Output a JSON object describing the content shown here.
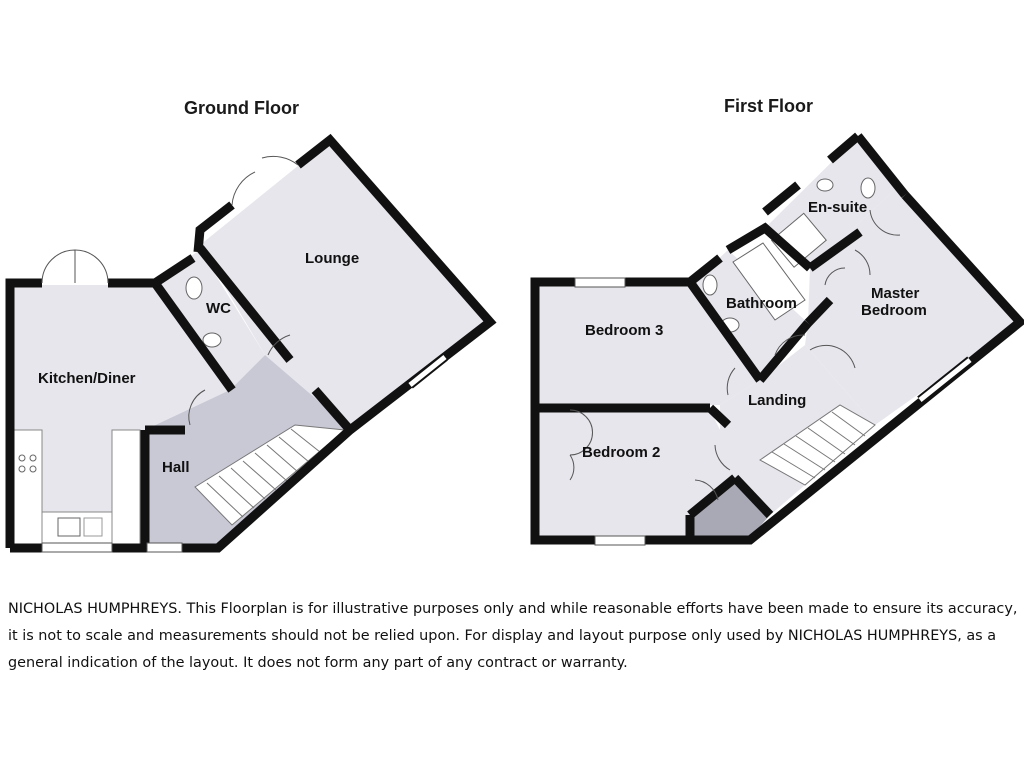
{
  "floors": {
    "ground": {
      "title": "Ground Floor",
      "rooms": {
        "kitchen_diner": "Kitchen/Diner",
        "wc": "WC",
        "lounge": "Lounge",
        "hall": "Hall"
      }
    },
    "first": {
      "title": "First Floor",
      "rooms": {
        "en_suite": "En-suite",
        "bathroom": "Bathroom",
        "master_bedroom_line1": "Master",
        "master_bedroom_line2": "Bedroom",
        "bedroom_3": "Bedroom 3",
        "landing": "Landing",
        "bedroom_2": "Bedroom 2"
      }
    }
  },
  "disclaimer": "NICHOLAS HUMPHREYS. This Floorplan is for illustrative purposes only and while reasonable efforts have been made to ensure its accuracy, it is not to scale and measurements should not be relied upon. For display and layout purpose only used by NICHOLAS HUMPHREYS, as a general indication of the layout. It does not form any part of any contract or warranty.",
  "colors": {
    "wall": "#111111",
    "room_fill": "#e6e6ec",
    "hall_fill": "#c9c9d6",
    "store_fill": "#a9a9b6",
    "fixture_stroke": "#777777"
  }
}
